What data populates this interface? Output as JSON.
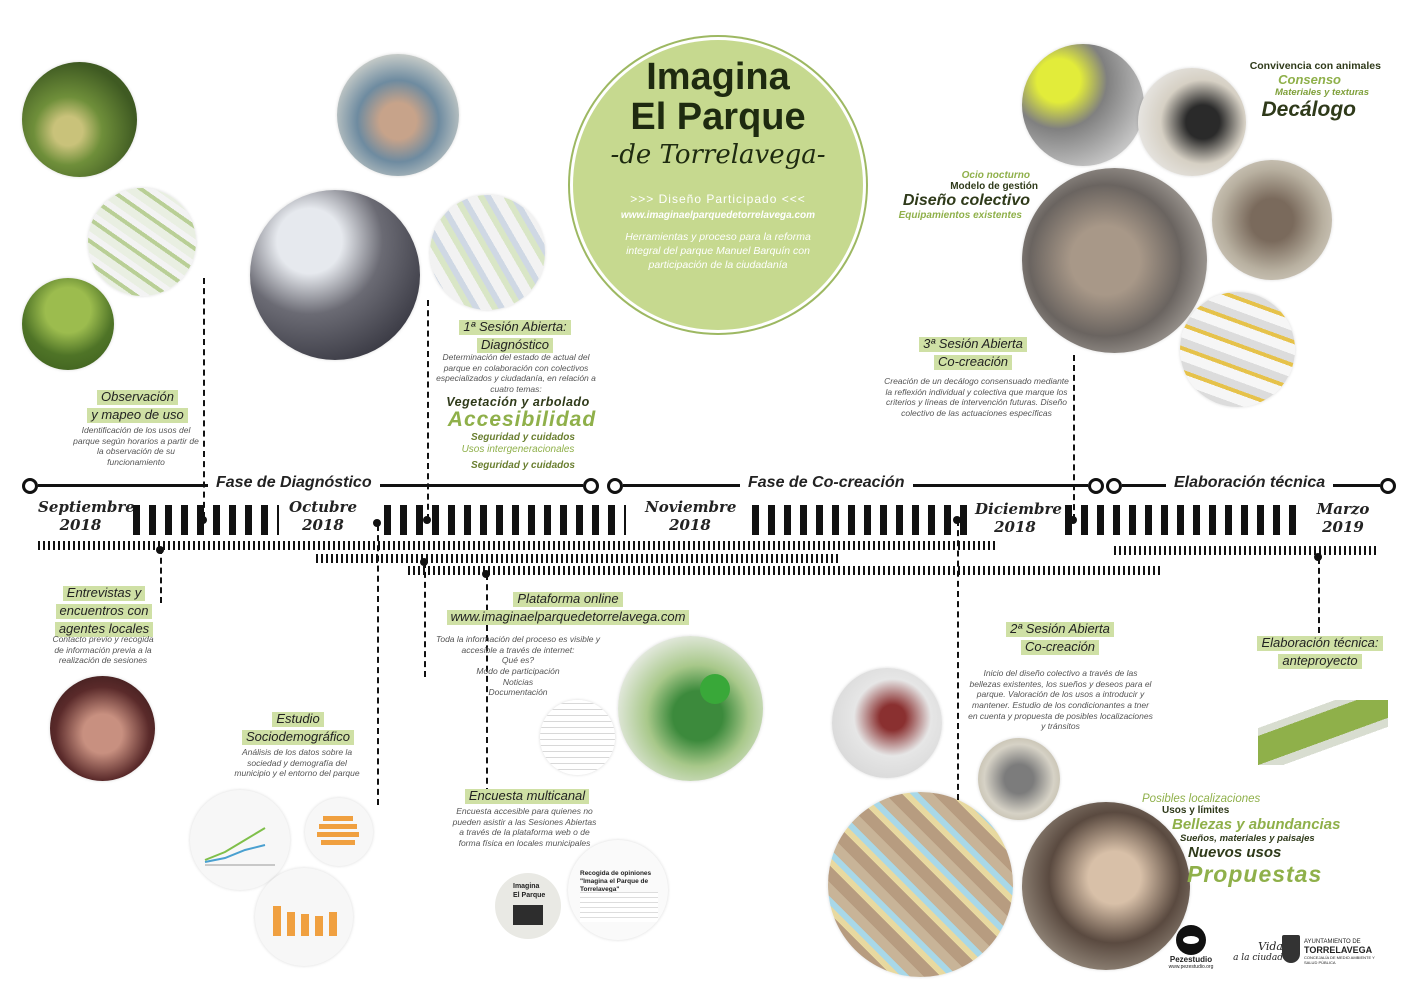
{
  "header": {
    "title_line1": "Imagina",
    "title_line2": "El Parque",
    "subtitle": "-de Torrelavega-",
    "tagline": ">>> Diseño Participado <<<",
    "url": "www.imaginaelparquedetorrelavega.com",
    "description": "Herramientas y proceso para la reforma integral del parque Manuel Barquín con participación de la ciudadanía"
  },
  "timeline": {
    "phases": [
      "Fase de Diagnóstico",
      "Fase de Co-creación",
      "Elaboración técnica"
    ],
    "months": [
      {
        "name": "Septiembre",
        "year": "2018"
      },
      {
        "name": "Octubre",
        "year": "2018"
      },
      {
        "name": "Noviembre",
        "year": "2018"
      },
      {
        "name": "Diciembre",
        "year": "2018"
      },
      {
        "name": "Marzo",
        "year": "2019"
      }
    ]
  },
  "events": {
    "observacion": {
      "title1": "Observación",
      "title2": "y mapeo de uso",
      "desc": "Identificación de los usos del parque según horarios a partir de la observación de su funcionamiento"
    },
    "entrevistas": {
      "title1": "Entrevistas y",
      "title2": "encuentros con",
      "title3": "agentes locales",
      "desc": "Contacto previo y recogida de información previa a la realización de sesiones"
    },
    "estudio": {
      "title1": "Estudio",
      "title2": "Sociodemográfico",
      "desc": "Análisis de los datos sobre la sociedad y demografía del municipio y el entorno del parque"
    },
    "sesion1": {
      "title1": "1ª Sesión Abierta:",
      "title2": "Diagnóstico",
      "desc": "Determinación del estado de actual del parque en colaboración con colectivos especializados y ciudadanía, en relación a cuatro temas:",
      "kw1": "Vegetación y arbolado",
      "kw2": "Accesibilidad",
      "kw3": "Seguridad y cuidados",
      "kw4": "Usos intergeneracionales",
      "kw5": "Seguridad y cuidados"
    },
    "plataforma": {
      "title1": "Plataforma online",
      "title2": "www.imaginaelparquedetorrelavega.com",
      "desc1": "Toda la información del proceso es visible y accesible a través de internet:",
      "item1": "Qué es?",
      "item2": "Modo de participación",
      "item3": "Noticias",
      "item4": "Documentación"
    },
    "encuesta": {
      "title": "Encuesta multicanal",
      "desc": "Encuesta accesible para quienes no pueden asistir a las Sesiones Abiertas a través de la plataforma web o de forma física en locales municipales"
    },
    "sesion3": {
      "title1": "3ª Sesión Abierta",
      "title2": "Co-creación",
      "desc": "Creación de un decálogo consensuado mediante la reflexión individual y colectiva que marque los criterios y líneas de intervención futuras. Diseño colectivo de las actuaciones específicas"
    },
    "sesion2": {
      "title1": "2ª Sesión Abierta",
      "title2": "Co-creación",
      "desc": "Inicio del diseño colectivo a través de las bellezas existentes, los sueños y deseos para el parque. Valoración de los usos a introducir y mantener. Estudio de los condicionantes a tner en cuenta y propuesta de posibles localizaciones y tránsitos"
    },
    "tecnica": {
      "title1": "Elaboración técnica:",
      "title2": "anteproyecto"
    }
  },
  "keywords": {
    "top_right": [
      "Convivencia con animales",
      "Consenso",
      "Materiales y texturas",
      "Decálogo"
    ],
    "middle_right": [
      "Ocio nocturno",
      "Modelo de gestión",
      "Diseño colectivo",
      "Equipamientos existentes"
    ],
    "bottom_right": [
      "Posibles localizaciones",
      "Usos y límites",
      "Bellezas y abundancias",
      "Sueños, materiales y paisajes",
      "Nuevos usos",
      "Propuestas"
    ]
  },
  "survey_card": {
    "heading": "Recogida de opiniones \"Imagina el Parque de Torrelavega\""
  },
  "poster_card": {
    "line1": "Imagina",
    "line2": "El Parque"
  },
  "logos": {
    "pezestudio": "Pezestudio",
    "pezestudio_url": "www.pezestudio.org",
    "vida1": "Vida",
    "vida2": "a la ciudad",
    "ayto1": "AYUNTAMIENTO DE",
    "ayto2": "TORRELAVEGA",
    "ayto3": "CONCEJALÍA DE MEDIO AMBIENTE Y SALUD PÚBLICA"
  },
  "colors": {
    "accent_green": "#8fb04a",
    "light_green": "#c6d98f",
    "highlight": "#cfe0a5",
    "dark_green": "#2f3a1a"
  }
}
